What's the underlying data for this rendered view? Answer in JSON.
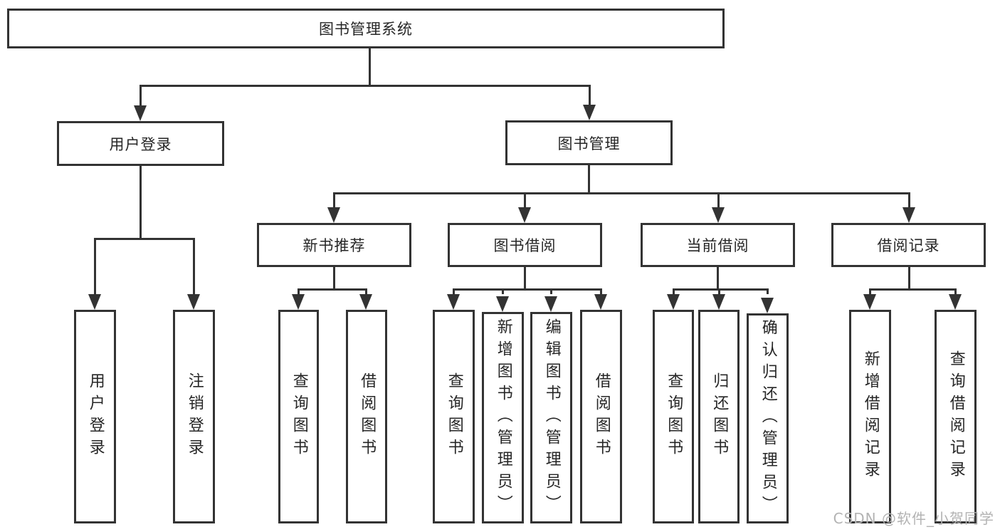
{
  "title": {
    "label": "图书管理系统"
  },
  "level2": [
    {
      "label": "用户登录"
    },
    {
      "label": "图书管理"
    }
  ],
  "level3": [
    {
      "label": "新书推荐"
    },
    {
      "label": "图书借阅"
    },
    {
      "label": "当前借阅"
    },
    {
      "label": "借阅记录"
    }
  ],
  "leaves": {
    "user_login": [
      {
        "label": "用户登录"
      },
      {
        "label": "注销登录"
      }
    ],
    "new_books": [
      {
        "label": "查询图书"
      },
      {
        "label": "借阅图书"
      }
    ],
    "book_borrow": [
      {
        "label": "查询图书"
      },
      {
        "label": "新增图书（管理员）"
      },
      {
        "label": "编辑图书（管理员）"
      },
      {
        "label": "借阅图书"
      }
    ],
    "current_borrow": [
      {
        "label": "查询图书"
      },
      {
        "label": "归还图书"
      },
      {
        "label": "确认归还（管理员）"
      }
    ],
    "borrow_records": [
      {
        "label": "新增借阅记录"
      },
      {
        "label": "查询借阅记录"
      }
    ]
  },
  "watermark": {
    "text": "CSDN @软件_小贺同学"
  },
  "colors": {
    "line": "#333333",
    "box_border": "#333333",
    "text": "#262626",
    "watermark": "#b3b3b3",
    "background": "#ffffff"
  }
}
